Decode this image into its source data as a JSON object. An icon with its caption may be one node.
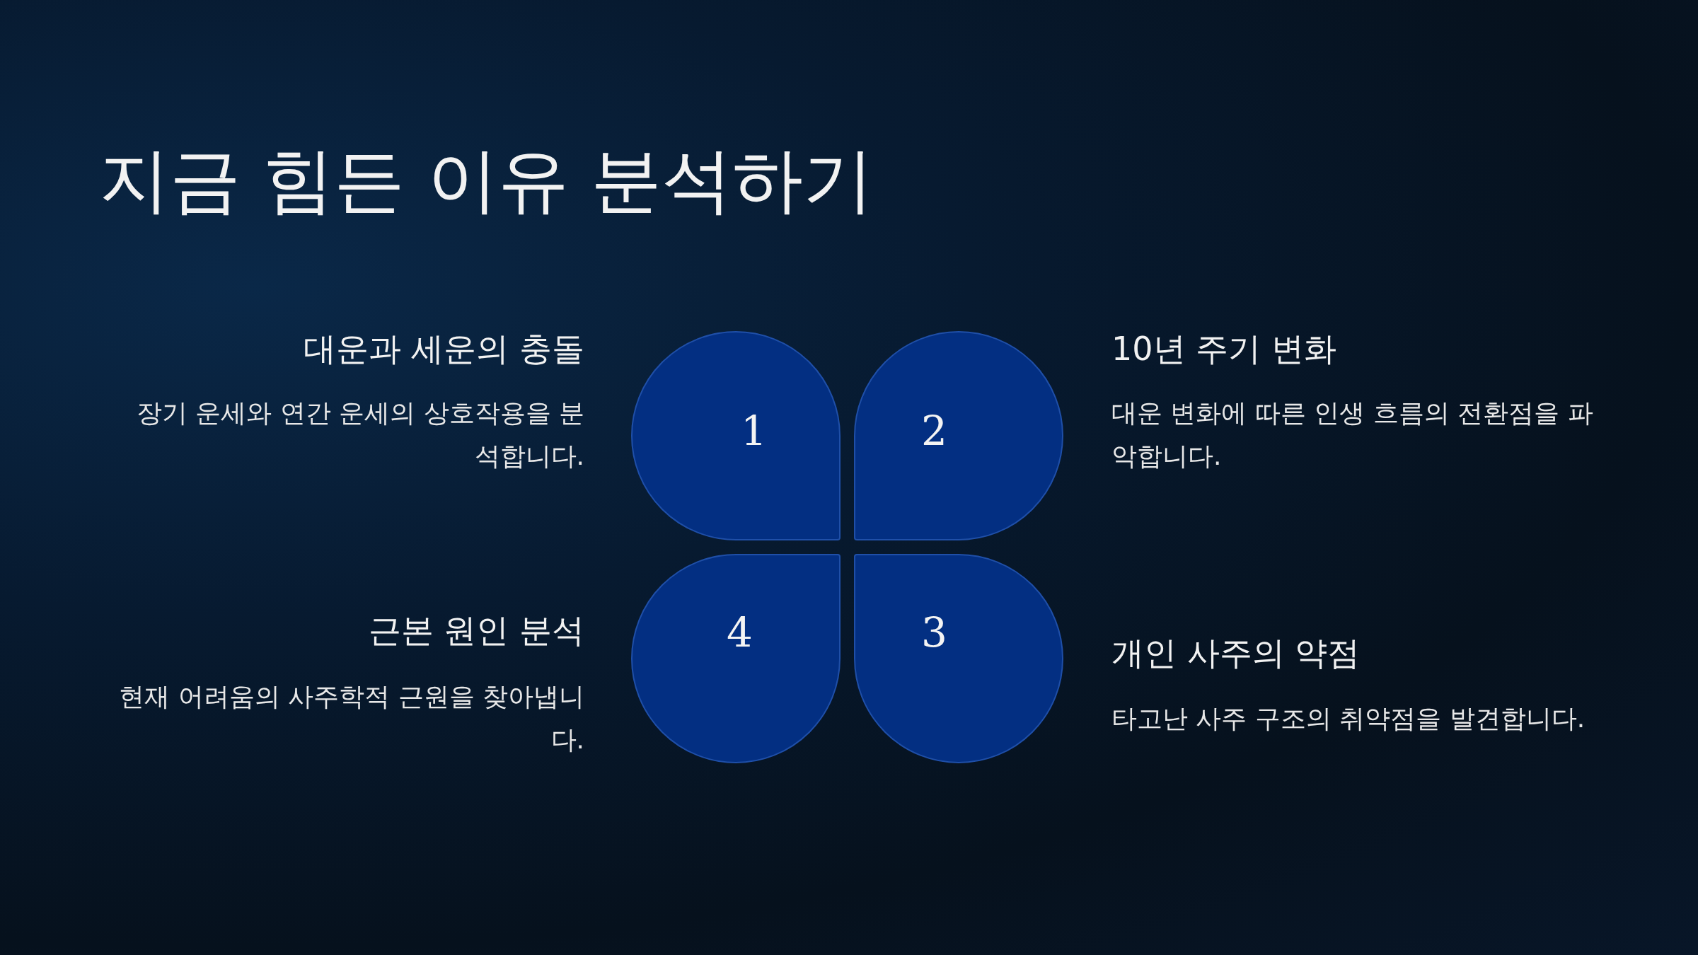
{
  "diagram": {
    "title": "지금 힘든 이유 분석하기",
    "nodes": [
      {
        "text": [
          "1"
        ],
        "beside": [
          "대운과 세운의 충돌",
          "장기 운세와 연간 운세의 상호작용을 분석합니다."
        ]
      },
      {
        "text": [
          "2"
        ],
        "beside": [
          "10년 주기 변화",
          "대운 변화에 따른 인생 흐름의 전환점을 파악합니다."
        ]
      },
      {
        "text": [
          "4"
        ],
        "beside": [
          "근본 원인 분석",
          "현재 어려움의 사주학적 근원을 찾아냅니다."
        ]
      },
      {
        "text": [
          "3"
        ],
        "beside": [
          "개인 사주의 약점",
          "타고난 사주 구조의 취약점을 발견합니다."
        ]
      }
    ]
  }
}
